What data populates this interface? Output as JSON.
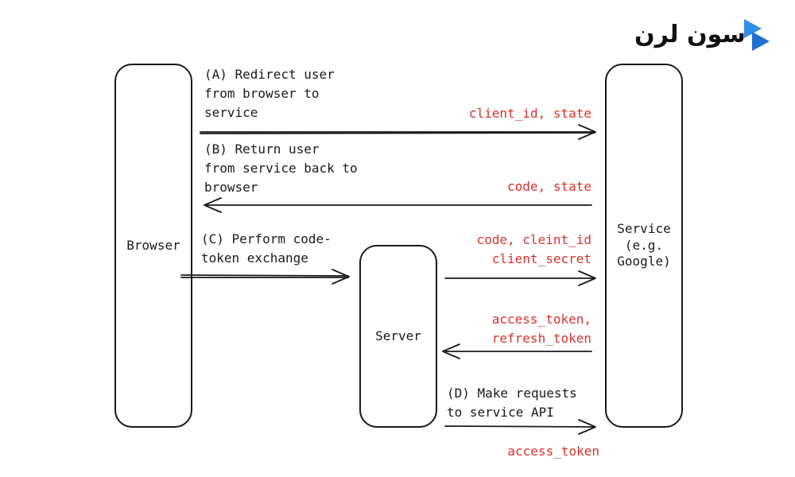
{
  "logo": {
    "text": "سون لرن",
    "mark_color": "#2f8fe6"
  },
  "actors": {
    "browser": "Browser",
    "server": "Server",
    "service": "Service\n(e.g.\nGoogle)"
  },
  "steps": {
    "a": "(A) Redirect user\nfrom browser to\nservice",
    "b": "(B) Return user\nfrom service back to\nbrowser",
    "c": "(C) Perform code-\ntoken exchange",
    "d": "(D) Make requests\nto service API"
  },
  "params": {
    "a": "client_id, state",
    "b": "code, state",
    "c": "code, cleint_id\nclient_secret",
    "tokens": "access_token,\nrefresh_token",
    "d": "access_token"
  },
  "colors": {
    "ink": "#1a1a1a",
    "param": "#d8322c"
  }
}
